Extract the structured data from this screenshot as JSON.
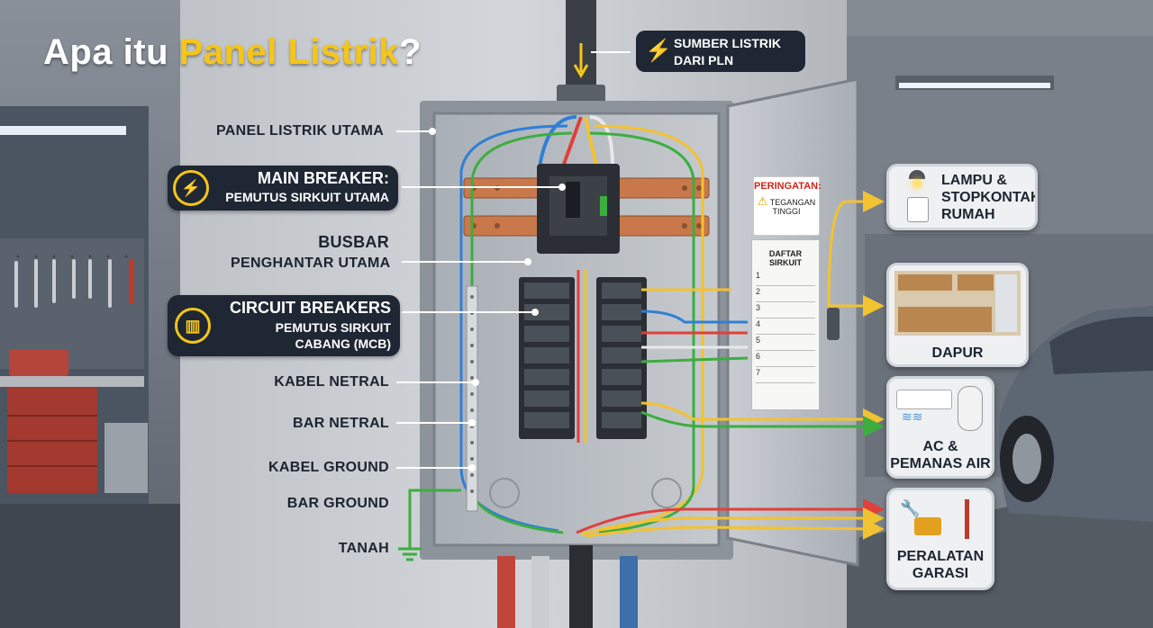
{
  "title": {
    "prefix": "Apa itu ",
    "highlight": "Panel Listrik",
    "suffix": "?"
  },
  "source": {
    "line1": "SUMBER LISTRIK",
    "line2": "DARI PLN",
    "icon": "lightning-icon"
  },
  "labels": {
    "panel_utama": "PANEL LISTRIK UTAMA",
    "main_breaker_title": "MAIN BREAKER:",
    "main_breaker_sub": "PEMUTUS SIRKUIT UTAMA",
    "busbar_title": "BUSBAR",
    "busbar_sub": "PENGHANTAR UTAMA",
    "cb_title": "CIRCUIT BREAKERS",
    "cb_sub1": "PEMUTUS SIRKUIT",
    "cb_sub2": "CABANG (MCB)",
    "kabel_netral": "KABEL NETRAL",
    "bar_netral": "BAR NETRAL",
    "kabel_ground": "KABEL GROUND",
    "bar_ground": "BAR GROUND",
    "tanah": "TANAH"
  },
  "door": {
    "warning_title": "PERINGATAN:",
    "warning_line1": "TEGANGAN",
    "warning_line2": "TINGGI",
    "directory_title": "DAFTAR SIRKUIT",
    "directory_rows": [
      "1",
      "2",
      "3",
      "4",
      "5",
      "6",
      "7"
    ]
  },
  "outputs": [
    {
      "line1": "LAMPU &",
      "line2": "STOPKONTAK",
      "line3": "RUMAH"
    },
    {
      "line1": "DAPUR"
    },
    {
      "line1": "AC &",
      "line2": "PEMANAS AIR"
    },
    {
      "line1": "PERALATAN",
      "line2": "GARASI"
    }
  ],
  "colors": {
    "accent": "#f5c518",
    "wire_red": "#e0403a",
    "wire_blue": "#2f7fd6",
    "wire_yellow": "#f2c230",
    "wire_green": "#3cae3f",
    "wire_white": "#e8e8e8",
    "busbar": "#c8784a",
    "label_bg": "#1e2733"
  }
}
